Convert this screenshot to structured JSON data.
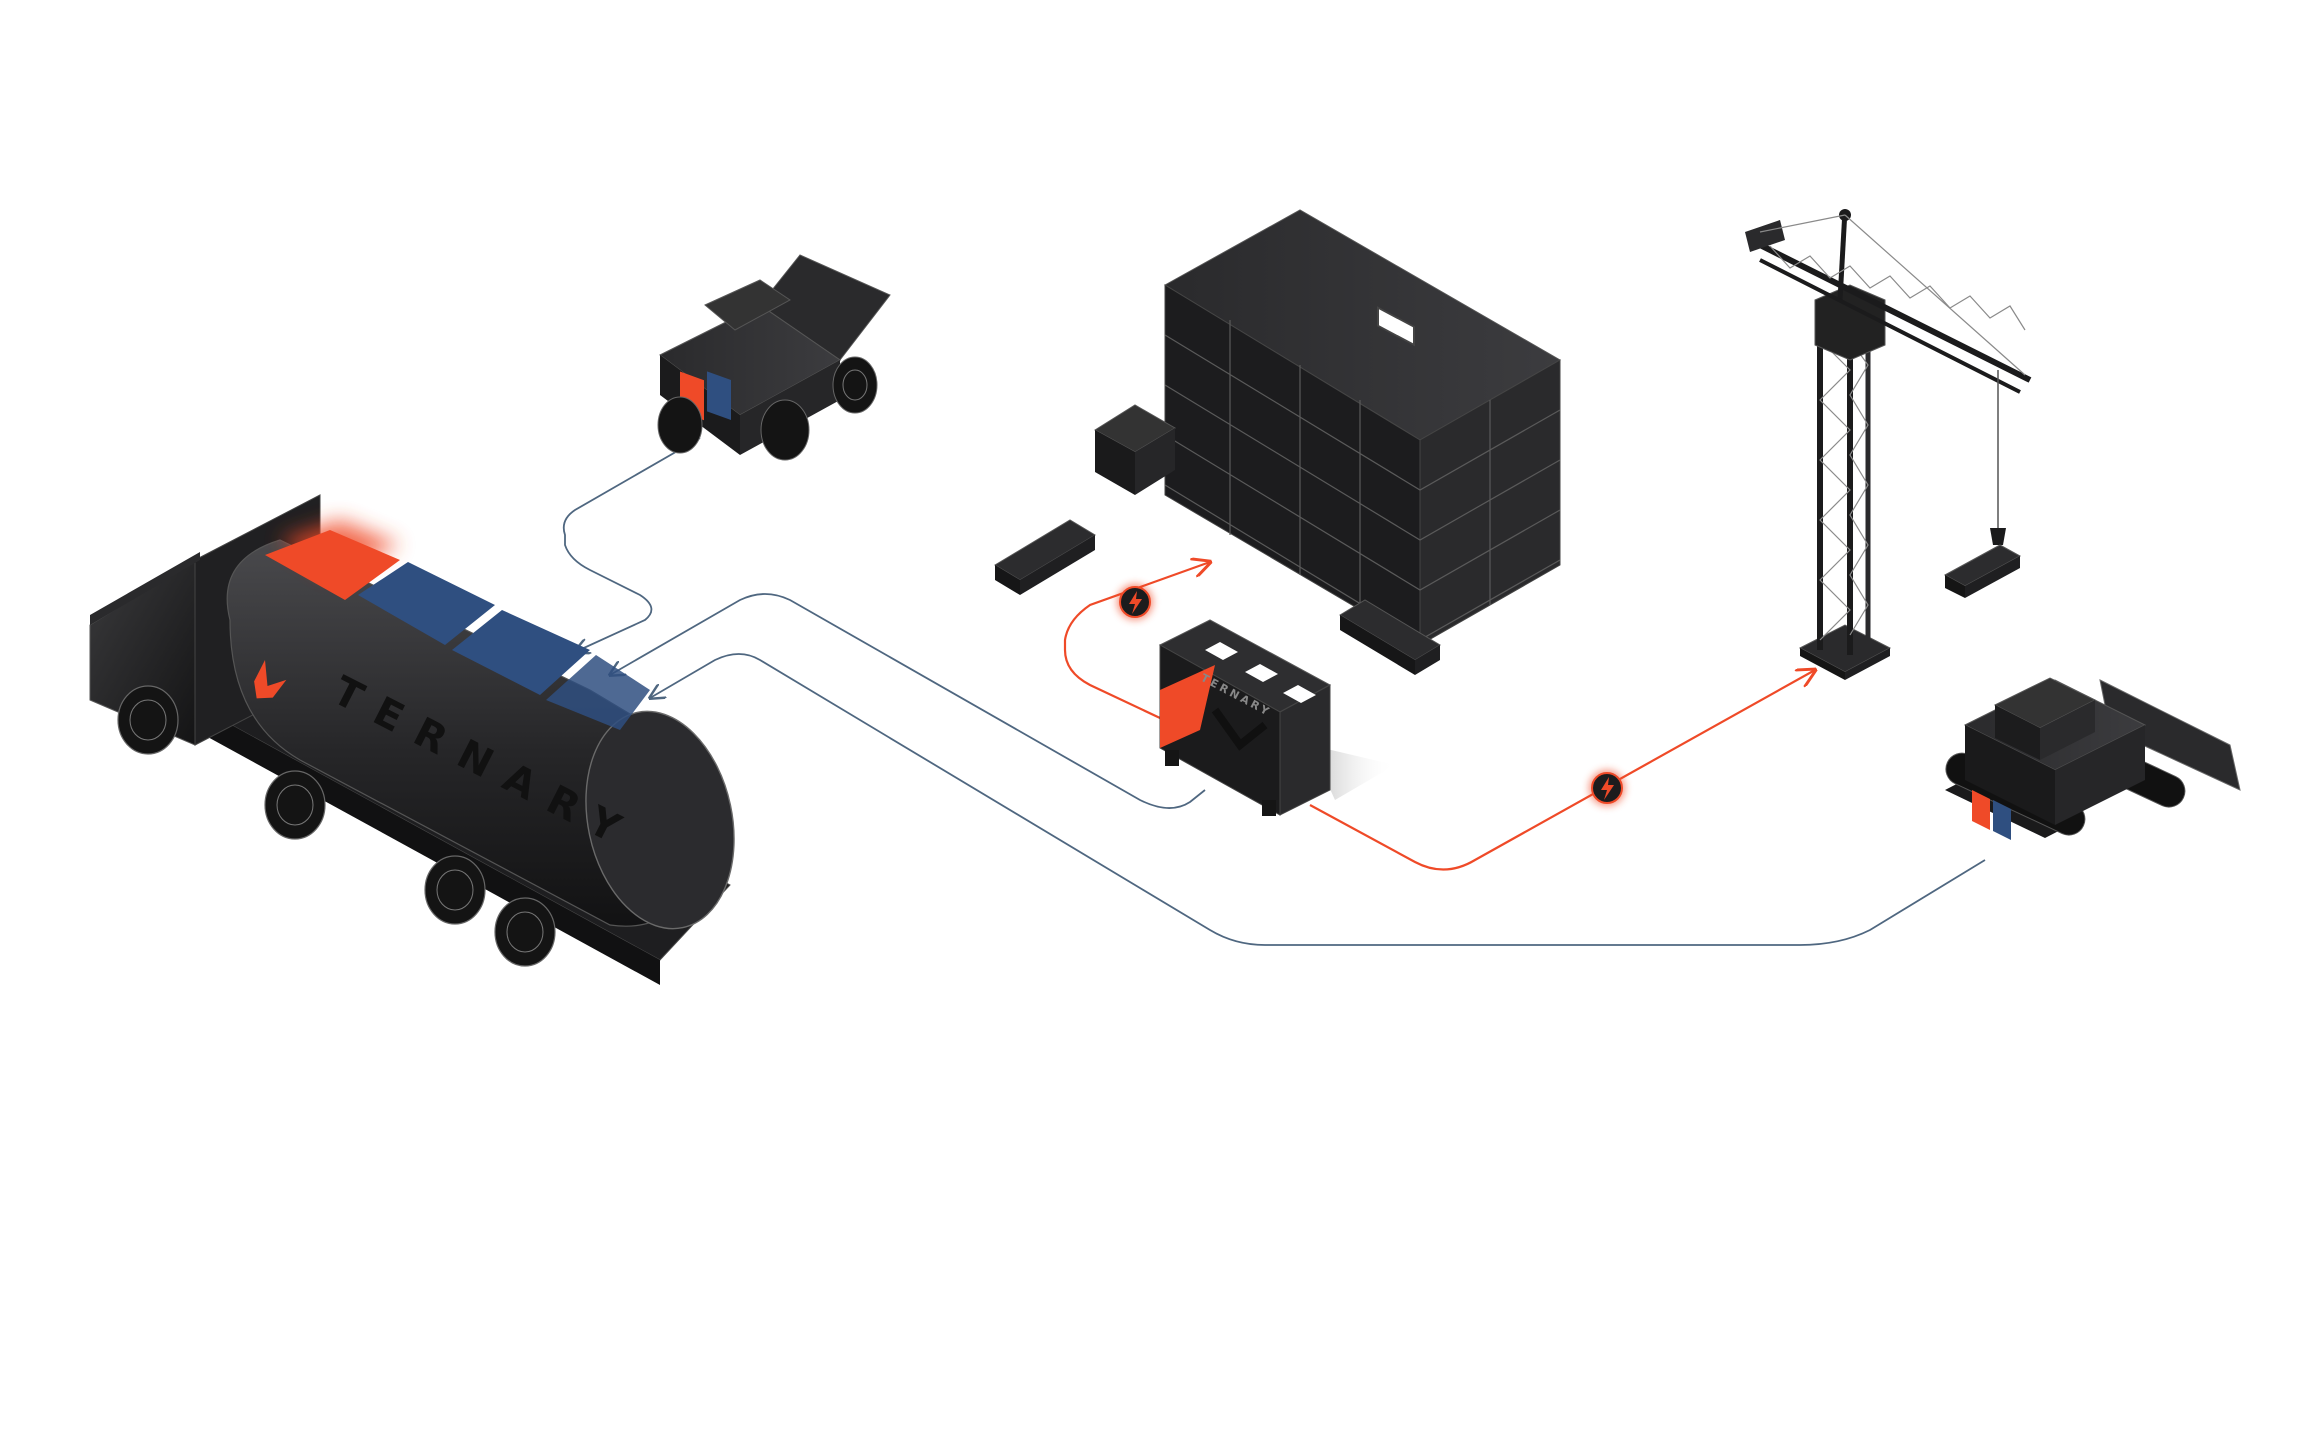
{
  "brand": {
    "tanker_wordmark": "TERNARY",
    "unit_wordmark": "TERNARY"
  },
  "colors": {
    "accent_orange": "#ef4a28",
    "cell_blue": "#2f4f80",
    "dark_body": "#1d1d1f",
    "flow_line_blue": "#4f6780",
    "flow_line_red": "#ef4a28",
    "background": "#ffffff"
  },
  "icons": {
    "power_node": "lightning-bolt-icon",
    "logo": "ternary-bird-logo-icon"
  },
  "nodes": [
    {
      "id": "fuel-tanker-truck",
      "icon": "tanker-truck-icon"
    },
    {
      "id": "dump-truck",
      "icon": "dump-truck-icon"
    },
    {
      "id": "building-under-construction",
      "icon": "building-icon"
    },
    {
      "id": "power-unit",
      "icon": "generator-box-icon"
    },
    {
      "id": "tower-crane",
      "icon": "tower-crane-icon"
    },
    {
      "id": "bulldozer",
      "icon": "bulldozer-icon"
    }
  ],
  "flows": [
    {
      "from": "dump-truck",
      "to": "fuel-tanker-truck",
      "kind": "fuel"
    },
    {
      "from": "power-unit",
      "to": "fuel-tanker-truck",
      "kind": "fuel"
    },
    {
      "from": "bulldozer",
      "to": "fuel-tanker-truck",
      "kind": "fuel"
    },
    {
      "from": "power-unit",
      "to": "building-under-construction",
      "kind": "power"
    },
    {
      "from": "power-unit",
      "to": "tower-crane",
      "kind": "power"
    }
  ]
}
